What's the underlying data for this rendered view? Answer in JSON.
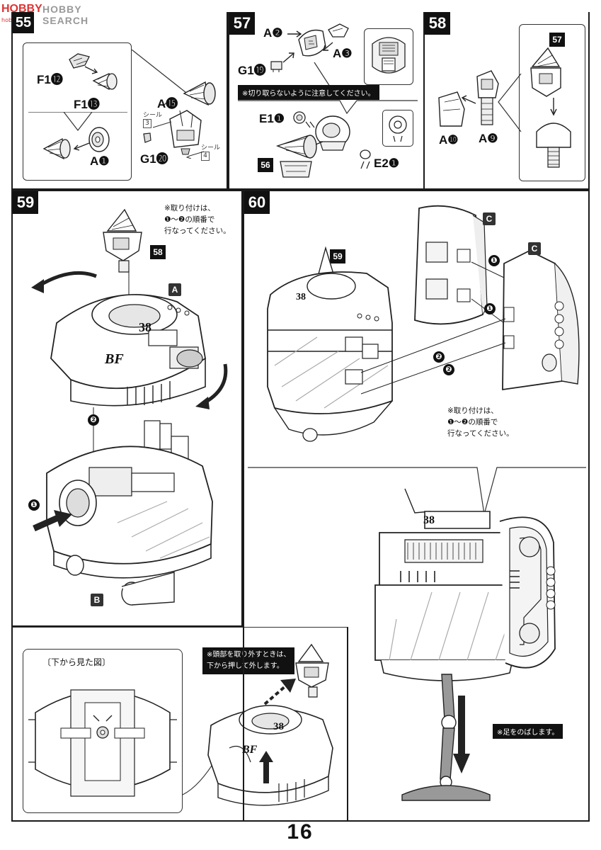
{
  "watermark": {
    "text": "HOBBY SEARCH",
    "site": "hobby.com"
  },
  "page_number": "16",
  "step55": {
    "part_f12": "F1⓬",
    "part_f13": "F1⓭",
    "part_a15": "A⓯",
    "part_g20": "G1⓴",
    "part_a1": "A❶",
    "seal3_label": "シール",
    "seal3_num": "3",
    "seal4_label": "シール",
    "seal4_num": "4"
  },
  "step57": {
    "number": "57",
    "part_a2": "A❷",
    "part_a3": "A❸",
    "part_g19": "G1⓳",
    "warning": "※切り取らないように注意してください。",
    "part_e1": "E1❶",
    "part_e2": "E2❶",
    "ref_56": "56"
  },
  "step58": {
    "number": "58",
    "ref_57": "57",
    "part_a10": "A❿",
    "part_a9": "A❾"
  },
  "step59": {
    "number": "59",
    "note": [
      "※取り付けは、",
      "❶～❷の順番で",
      "行なってください。"
    ],
    "ref_58": "58",
    "letter_a": "A",
    "letter_b": "B",
    "step1": "❶",
    "step2": "❷",
    "side_38": "38",
    "side_bf": "BF"
  },
  "bottomview": {
    "title": "〔下から見た図〕",
    "note": [
      "※頭部を取り外すときは、",
      "下から押して外します。"
    ]
  },
  "step60": {
    "number": "60",
    "ref_59": "59",
    "letter_c1": "C",
    "letter_c2": "C",
    "note": [
      "※取り付けは、",
      "❶～❷の順番で",
      "行なってください。"
    ],
    "leg_note": "※足をのばします。",
    "side_38": "38"
  }
}
